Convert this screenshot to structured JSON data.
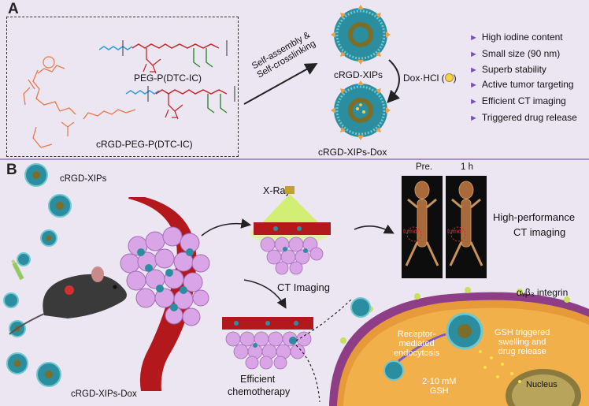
{
  "panelA": {
    "letter": "A",
    "polymer1": "PEG-P(DTC-IC)",
    "polymer2": "cRGD-PEG-P(DTC-IC)",
    "self_assembly_line1": "Self-assembly &",
    "self_assembly_line2": "Self-crosslinking",
    "np1": "cRGD-XIPs",
    "drug": "Dox·HCl (",
    "drug_close": ")",
    "np2": "cRGD-XIPs-Dox",
    "features": [
      "High iodine content",
      "Small size (90 nm)",
      "Superb stability",
      "Active tumor targeting",
      "Efficient CT imaging",
      "Triggered drug release"
    ]
  },
  "panelB": {
    "letter": "B",
    "np_top": "cRGD-XIPs",
    "np_bottom": "cRGD-XIPs-Dox",
    "xray": "X-Ray",
    "ct_imaging": "CT  Imaging",
    "efficient1": "Efficient",
    "efficient2": "chemotherapy",
    "pre": "Pre.",
    "post": "1 h",
    "tumor": "tumor",
    "hp1": "High-performance",
    "hp2": "CT imaging",
    "integrin": "αᵥβ₃ integrin",
    "rme1": "Receptor-",
    "rme2": "mediated",
    "rme3": "endocytosis",
    "gsh1": "GSH triggered",
    "gsh2": "swelling and",
    "gsh3": "drug release",
    "conc1": "2-10 mM",
    "conc2": "GSH",
    "nucleus": "Nucleus"
  },
  "colors": {
    "background": "#ece6f3",
    "divider": "#a98fd0",
    "peg": "#3a9fd6",
    "polymer_red": "#c0282b",
    "crgd": "#e8794a",
    "arrow": "#7a4fb5",
    "vessel": "#b3191c",
    "tumor": "#d9a5e6"
  }
}
